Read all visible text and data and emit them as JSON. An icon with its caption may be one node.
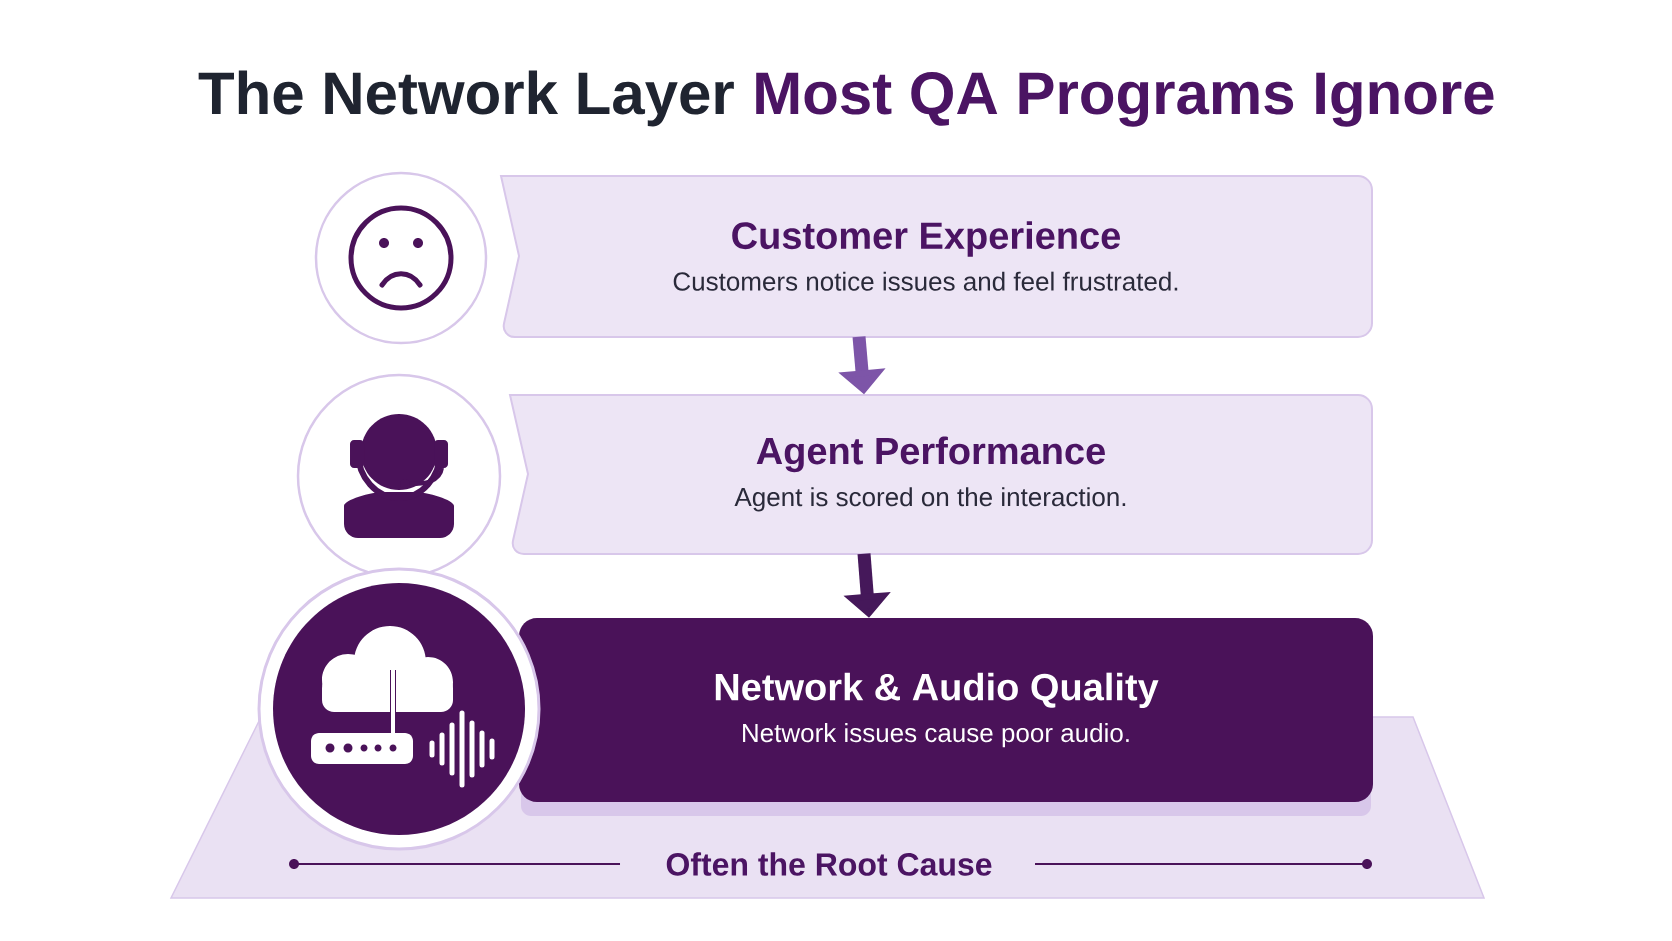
{
  "diagram": {
    "title": "The Network Layer",
    "nodes": [
      {
        "text": [
          "Customer Experience",
          "Customers notice issues and feel frustrated."
        ]
      },
      {
        "text": [
          "Agent Performance",
          "Agent is scored on the interaction."
        ]
      },
      {
        "text": [
          "Network & Audio Quality",
          "Network issues cause poor audio."
        ]
      }
    ],
    "edges": [
      {
        "from": 0,
        "to": 1,
        "arrow": "to",
        "color": "#7d55a8"
      },
      {
        "from": 1,
        "to": 2,
        "arrow": "to",
        "color": "#45185a"
      }
    ],
    "labels": [
      "Most QA Programs Ignore",
      "Often the Root Cause"
    ]
  }
}
